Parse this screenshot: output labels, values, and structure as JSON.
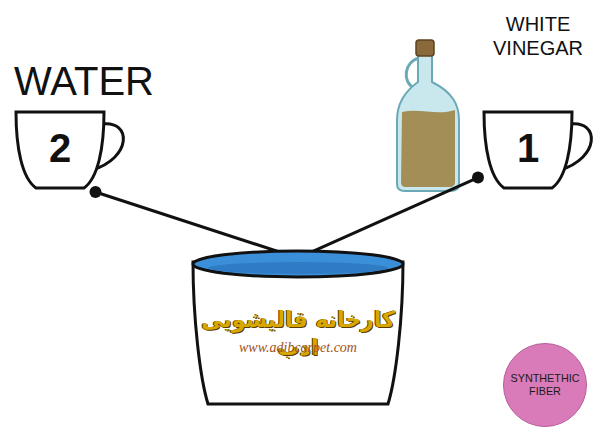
{
  "diagram": {
    "nodes": [
      {
        "text": [
          "WATER",
          "2"
        ]
      },
      {
        "text": [
          "WHITE VINEGAR",
          "1"
        ]
      },
      {
        "text": [
          "کارخانه قالیشویی ادب",
          "www.adibcarpet.com"
        ]
      },
      {
        "text": [
          "SYNTHETHIC FIBER"
        ]
      }
    ],
    "edges": [
      {
        "from": 0,
        "to": 2,
        "arrow": "none"
      },
      {
        "from": 1,
        "to": 2,
        "arrow": "none"
      }
    ]
  }
}
